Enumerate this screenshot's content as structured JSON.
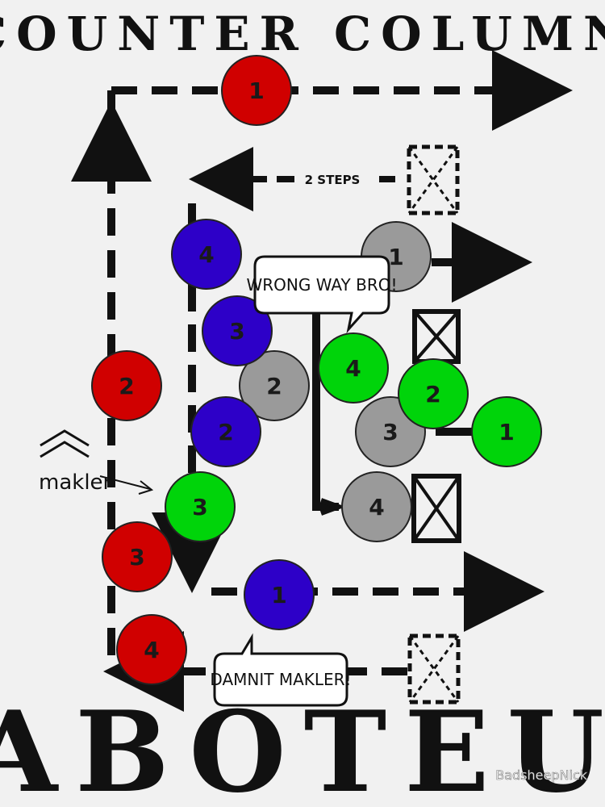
{
  "title_top": "COUNTER COLUMN",
  "title_bottom": "SABOTEUR",
  "credit": "BadsheepNick",
  "bubbles": {
    "wrong_way": "WRONG WAY BRO!",
    "damnit": "DAMNIT MAKLER!"
  },
  "labels": {
    "two_steps": "2 STEPS",
    "makler": "makler"
  },
  "colors": {
    "red": "#d00000",
    "blue": "#2d00c8",
    "grey": "#9a9a9a",
    "green": "#00d40a",
    "dark_text": "#1a1a1a",
    "line": "#111111"
  },
  "tokens": {
    "red_1": "1",
    "red_2": "2",
    "red_3": "3",
    "red_4": "4",
    "blue_4": "4",
    "blue_3": "3",
    "blue_2": "2",
    "blue_1": "1",
    "grey_1": "1",
    "grey_2": "2",
    "grey_3": "3",
    "grey_4": "4",
    "green_4": "4",
    "green_2": "2",
    "green_1": "1",
    "green_3": "3"
  }
}
